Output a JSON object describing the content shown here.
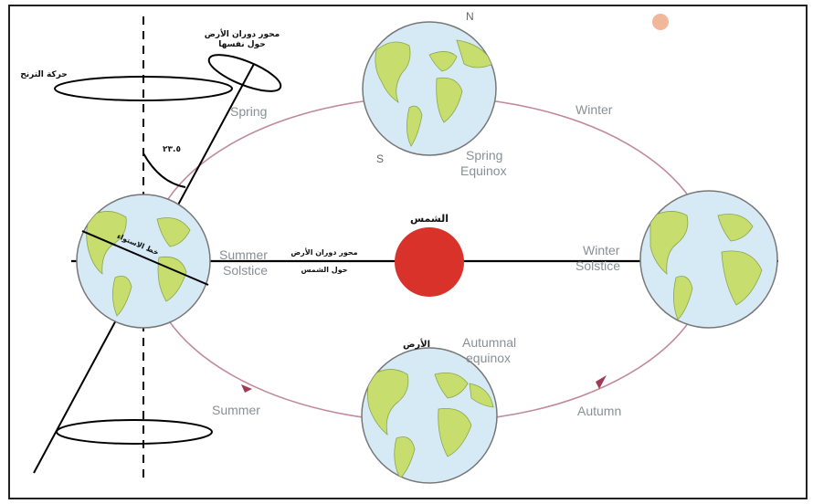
{
  "title": "",
  "colors": {
    "sun": "#d8322a",
    "orbit": "#c08a9a",
    "ocean": "#d6eaf6",
    "land": "#c7de6e",
    "frame": "#222222",
    "label_grey": "#8a8f96"
  },
  "orbit_labels": {
    "spring": "Spring",
    "winter": "Winter",
    "summer": "Summer",
    "autumn": "Autumn"
  },
  "events": {
    "spring_equinox": [
      "Spring",
      "Equinox"
    ],
    "summer_solstice": [
      "Summer",
      "Solstice"
    ],
    "winter_solstice": [
      "Winter",
      "Solstice"
    ],
    "autumnal_equinox": [
      "Autumnal",
      "equinox"
    ]
  },
  "poles": {
    "north": "N",
    "south": "S"
  },
  "arabic_labels": {
    "sun": "الشمس",
    "earth": "الأرض",
    "precession": "حركة الترنح",
    "earth_axis": [
      "محور دوران الأرض",
      "حول نفسها"
    ],
    "angle": "٢٣.٥",
    "orbit_axis": [
      "محور دوران الأرض",
      "حول الشمس"
    ],
    "equator": "خط الاستواء"
  },
  "icons": [
    "sun",
    "earth-globe",
    "orbit-arrow",
    "precession-ellipse",
    "rotation-axis"
  ]
}
